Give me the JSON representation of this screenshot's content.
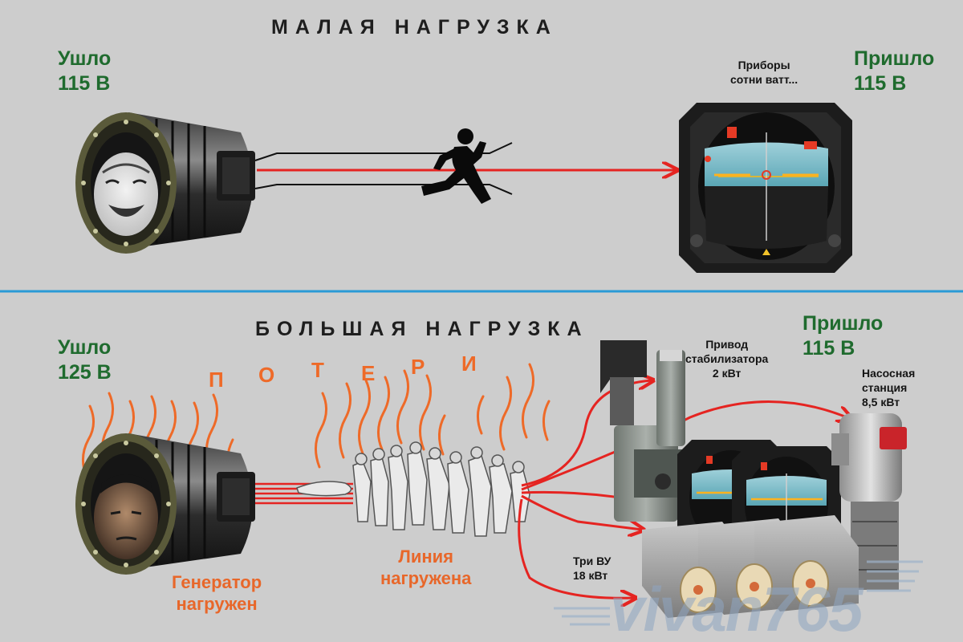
{
  "top": {
    "heading": "МАЛАЯ НАГРУЗКА",
    "sent_label": "Ушло",
    "sent_value": "115 В",
    "received_label": "Пришло",
    "received_value": "115 В",
    "instruments_line1": "Приборы",
    "instruments_line2": "сотни ватт..."
  },
  "bottom": {
    "heading": "БОЛЬШАЯ НАГРУЗКА",
    "sent_label": "Ушло",
    "sent_value": "125 В",
    "received_label": "Пришло",
    "received_value": "115 В",
    "losses_letters": [
      "П",
      "О",
      "Т",
      "Е",
      "Р",
      "И"
    ],
    "generator_line1": "Генератор",
    "generator_line2": "нагружен",
    "line_line1": "Линия",
    "line_line2": "нагружена",
    "stabilizer_line1": "Привод",
    "stabilizer_line2": "стабилизатора",
    "stabilizer_line3": "2 кВт",
    "pump_line1": "Насосная",
    "pump_line2": "станция",
    "pump_line3": "8,5 кВт",
    "rectifiers_line1": "Три ВУ",
    "rectifiers_line2": "18 кВт"
  },
  "watermark": "vivan765",
  "colors": {
    "background": "#cdcdcd",
    "divider": "#2a9ad6",
    "label_green": "#1f6b2e",
    "accent_orange": "#e8672a",
    "wire_red": "#e52421"
  }
}
